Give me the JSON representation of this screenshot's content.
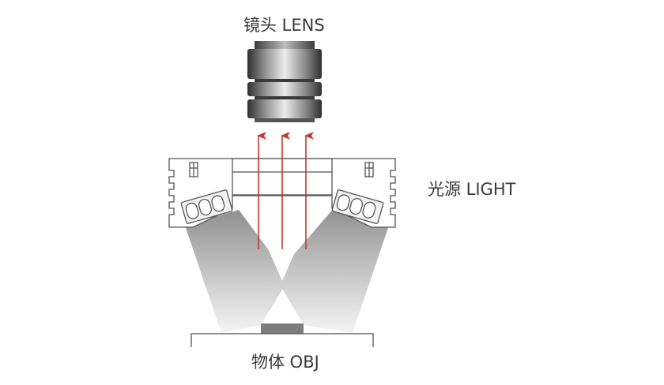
{
  "labels": {
    "lens": "镜头 LENS",
    "light": "光源 LIGHT",
    "object": "物体 OBJ"
  },
  "colors": {
    "arrow": "#c0392b",
    "outline": "#555555",
    "lens_dark": "#3a3a3a",
    "lens_light": "#e6e6e6",
    "object_block": "#7d7d7d",
    "beam": "#9a9a9a",
    "text": "#3a3a3a"
  },
  "icons": {
    "lens": "camera-lens-icon",
    "light": "ring-light-icon",
    "arrows": "light-ray-arrow-icon"
  }
}
